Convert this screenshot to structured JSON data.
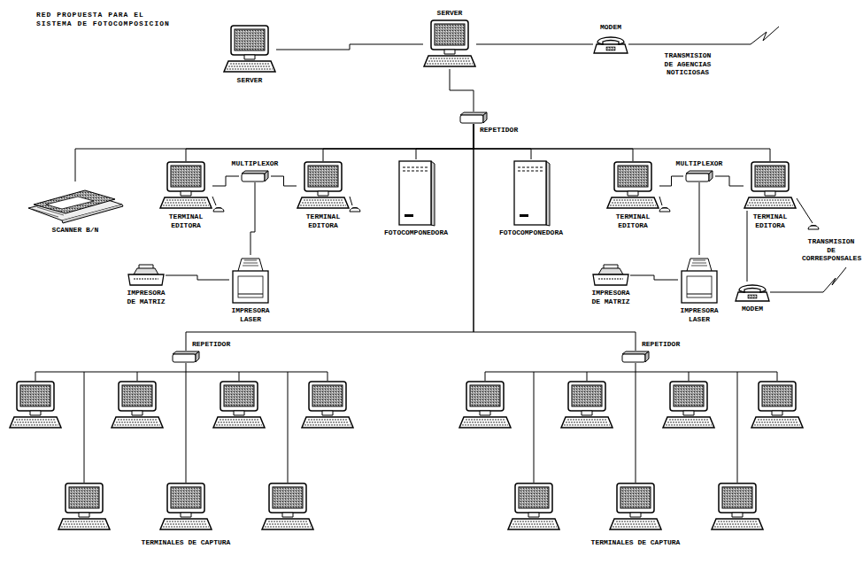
{
  "diagram": {
    "title": "RED PROPUESTA PARA EL SISTEMA DE FOTOCOMPOSICION",
    "nodes": [
      {
        "text": [
          "SERVER"
        ]
      },
      {
        "text": [
          "SERVER"
        ]
      },
      {
        "text": [
          "MODEM"
        ]
      },
      {
        "text": [
          "REPETIDOR"
        ]
      },
      {
        "text": [
          "SCANNER B/N"
        ]
      },
      {
        "text": [
          "TERMINAL EDITORA"
        ]
      },
      {
        "text": [
          "MULTIPLEXOR"
        ]
      },
      {
        "text": [
          "TERMINAL EDITORA"
        ]
      },
      {
        "text": [
          "IMPRESORA DE MATRIZ"
        ]
      },
      {
        "text": [
          "IMPRESORA LASER"
        ]
      },
      {
        "text": [
          "FOTOCOMPONEDORA"
        ]
      },
      {
        "text": [
          "FOTOCOMPONEDORA"
        ]
      },
      {
        "text": [
          "TERMINAL EDITORA"
        ]
      },
      {
        "text": [
          "MULTIPLEXOR"
        ]
      },
      {
        "text": [
          "TERMINAL EDITORA"
        ]
      },
      {
        "text": [
          "IMPRESORA DE MATRIZ"
        ]
      },
      {
        "text": [
          "IMPRESORA LASER"
        ]
      },
      {
        "text": [
          "MODEM"
        ]
      },
      {
        "text": [
          "REPETIDOR"
        ]
      },
      {
        "text": [
          "REPETIDOR"
        ]
      }
    ],
    "edges": [
      {
        "from": 0,
        "to": 1,
        "arrow": "none"
      },
      {
        "from": 1,
        "to": 2,
        "arrow": "none"
      },
      {
        "from": 1,
        "to": 3,
        "arrow": "none"
      },
      {
        "from": 3,
        "to": 4,
        "arrow": "none"
      },
      {
        "from": 3,
        "to": 5,
        "arrow": "none"
      },
      {
        "from": 3,
        "to": 7,
        "arrow": "none"
      },
      {
        "from": 3,
        "to": 10,
        "arrow": "none"
      },
      {
        "from": 3,
        "to": 11,
        "arrow": "none"
      },
      {
        "from": 3,
        "to": 12,
        "arrow": "none"
      },
      {
        "from": 3,
        "to": 14,
        "arrow": "none"
      },
      {
        "from": 3,
        "to": 18,
        "arrow": "none"
      },
      {
        "from": 3,
        "to": 19,
        "arrow": "none"
      },
      {
        "from": 5,
        "to": 6,
        "arrow": "none"
      },
      {
        "from": 6,
        "to": 7,
        "arrow": "none"
      },
      {
        "from": 6,
        "to": 9,
        "arrow": "none"
      },
      {
        "from": 8,
        "to": 9,
        "arrow": "none"
      },
      {
        "from": 12,
        "to": 13,
        "arrow": "none"
      },
      {
        "from": 13,
        "to": 14,
        "arrow": "none"
      },
      {
        "from": 13,
        "to": 16,
        "arrow": "none"
      },
      {
        "from": 15,
        "to": 16,
        "arrow": "none"
      },
      {
        "from": 14,
        "to": 17,
        "arrow": "none"
      }
    ],
    "labels": [
      "TRANSMISION DE AGENCIAS NOTICIOSAS",
      "TRANSMISION DE CORRESPONSALES",
      "TERMINALES DE CAPTURA",
      "TERMINALES DE CAPTURA"
    ]
  }
}
